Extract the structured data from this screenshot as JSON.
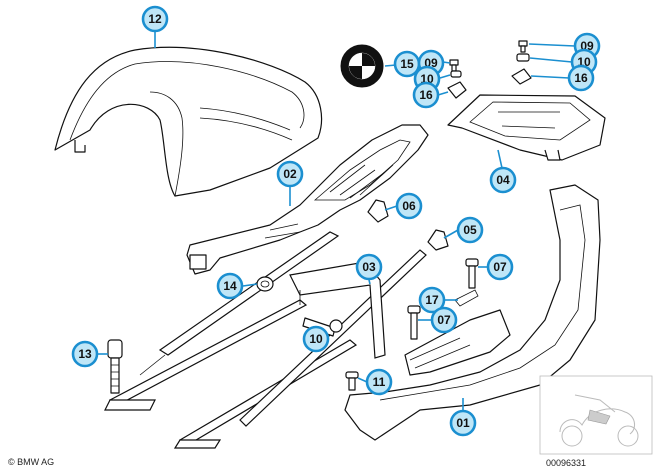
{
  "diagram": {
    "callouts": [
      {
        "id": "c12",
        "label": "12"
      },
      {
        "id": "c15",
        "label": "15"
      },
      {
        "id": "c09a",
        "label": "09"
      },
      {
        "id": "c10a",
        "label": "10"
      },
      {
        "id": "c16a",
        "label": "16"
      },
      {
        "id": "c09b",
        "label": "09"
      },
      {
        "id": "c10b",
        "label": "10"
      },
      {
        "id": "c16b",
        "label": "16"
      },
      {
        "id": "c04",
        "label": "04"
      },
      {
        "id": "c02",
        "label": "02"
      },
      {
        "id": "c06",
        "label": "06"
      },
      {
        "id": "c05",
        "label": "05"
      },
      {
        "id": "c03",
        "label": "03"
      },
      {
        "id": "c07a",
        "label": "07"
      },
      {
        "id": "c14",
        "label": "14"
      },
      {
        "id": "c17",
        "label": "17"
      },
      {
        "id": "c07b",
        "label": "07"
      },
      {
        "id": "c10c",
        "label": "10"
      },
      {
        "id": "c13",
        "label": "13"
      },
      {
        "id": "c11",
        "label": "11"
      },
      {
        "id": "c01",
        "label": "01"
      }
    ]
  },
  "footer": {
    "copyright": "© BMW AG",
    "diagram_number": "00096331"
  }
}
